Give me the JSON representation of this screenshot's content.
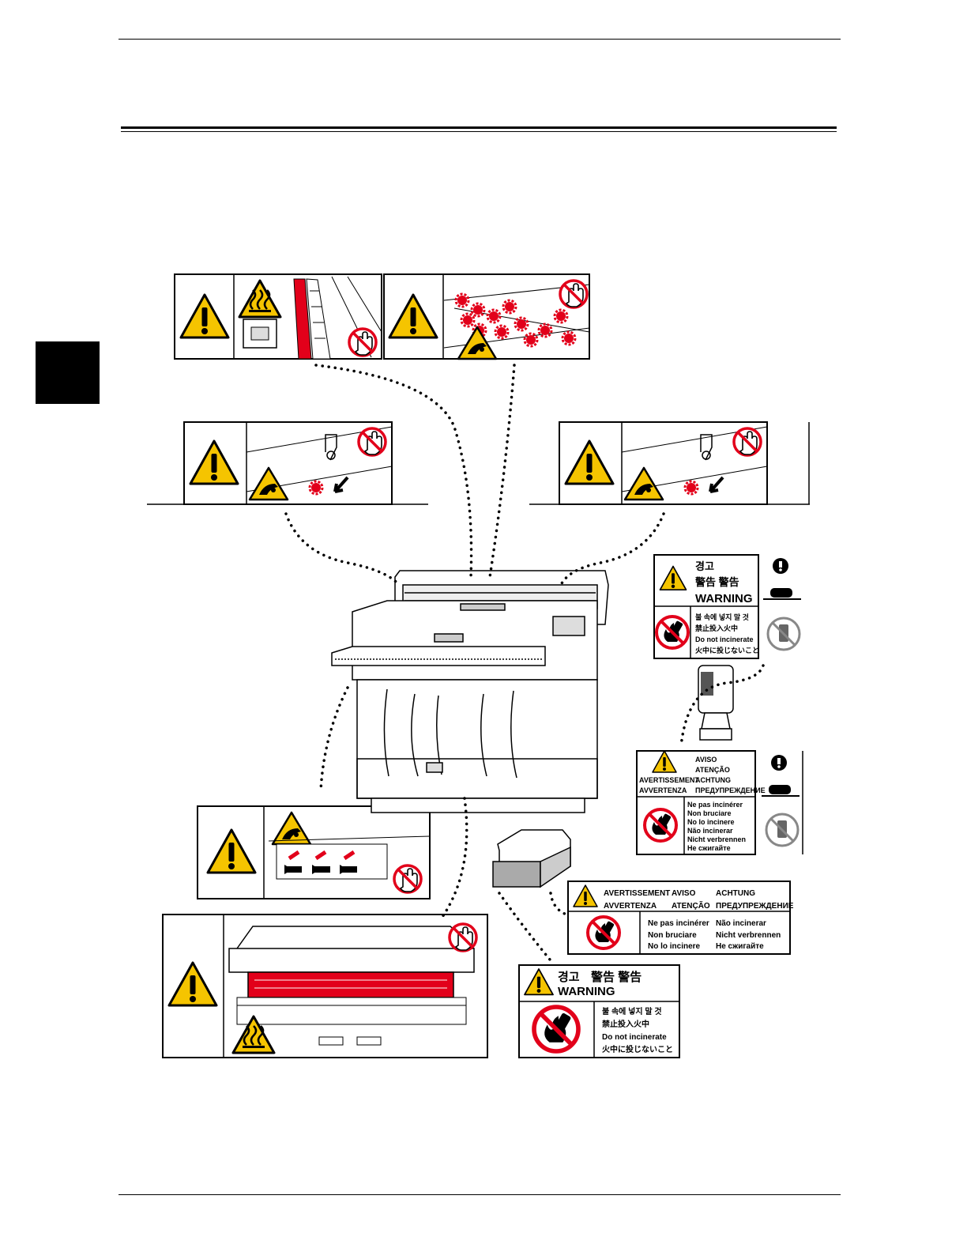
{
  "labels": {
    "kr_warning": {
      "line1": "경고",
      "line2": "警告  警告",
      "line3": "WARNING",
      "msg1": "불 속에 넣지 말 것",
      "msg2": "禁止投入火中",
      "msg3": "Do not incinerate",
      "msg4": "火中に投じないこと"
    },
    "multi_toner": {
      "aviso": "AVISO",
      "atencao": "ATENÇÃO",
      "avertissement": "AVERTISSEMENT",
      "achtung": "ACHTUNG",
      "avvertenza": "AVVERTENZA",
      "predup": "ПРЕДУПРЕЖДЕНИЕ",
      "m1": "Ne pas incinérer",
      "m2": "Non bruciare",
      "m3": "No lo incinere",
      "m4": "Não incinerar",
      "m5": "Nicht verbrennen",
      "m6": "Не сжигайте"
    },
    "multi_drum": {
      "h1": "AVERTISSEMENT",
      "h2": "AVISO",
      "h3": "ACHTUNG",
      "h4": "AVVERTENZA",
      "h5": "ATENÇÃO",
      "h6": "ПРЕДУПРЕЖДЕНИЕ",
      "m1": "Ne pas incinérer",
      "m2": "Non bruciare",
      "m3": "No lo incinere",
      "m4": "Não incinerar",
      "m5": "Nicht verbrennen",
      "m6": "Не сжигайте"
    },
    "kr_drum": {
      "line1": "경고",
      "line2": "警告  警告",
      "line3": "WARNING",
      "msg1": "불 속에 넣지 말 것",
      "msg2": "禁止投入火中",
      "msg3": "Do not incinerate",
      "msg4": "火中に投じないこと"
    }
  },
  "icons": {
    "warning_triangle_fill": "#f5c400",
    "prohibition_red": "#e2001a",
    "heat_red": "#e2001a"
  }
}
